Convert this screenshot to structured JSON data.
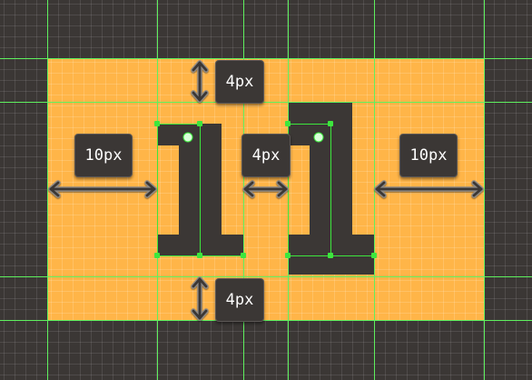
{
  "measurements": {
    "top_gap": "4px",
    "left_gap": "10px",
    "middle_gap": "4px",
    "right_gap": "10px",
    "bottom_gap": "4px"
  },
  "colors": {
    "workspace": "#3b3735",
    "artboard": "#ffb548",
    "shape": "#3b3735",
    "guide": "#5ef05e",
    "selection": "#3de63d",
    "label_bg": "#3b3735",
    "label_text": "#ffffff",
    "arrow": "#3b3735"
  },
  "icons": {
    "arrow_style": "double-headed-arrow-icon",
    "origin_marker": "origin-point-icon",
    "anchor_marker": "anchor-point-icon"
  }
}
